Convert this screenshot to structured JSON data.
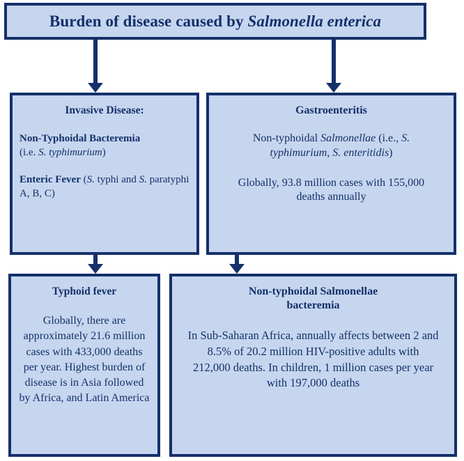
{
  "diagram": {
    "title_box": {
      "text_plain": "Burden of disease caused by Salmonella enterica",
      "text_normal": "Burden of disease caused by ",
      "text_italic": "Salmonella enterica"
    },
    "invasive_box": {
      "heading": "Invasive Disease:",
      "line1_bold": "Non-Typhoidal Bacteremia",
      "line1_rest_pre": "(i.e. ",
      "line1_rest_italic": "S. typhimurium",
      "line1_rest_post": ")",
      "line2_bold": "Enteric Fever",
      "line2_pre": " (",
      "line2_italic_a": "S.",
      "line2_mid": " typhi and ",
      "line2_italic_b": "S.",
      "line2_post": " paratyphi A, B, C)"
    },
    "gastro_box": {
      "heading": "Gastroenteritis",
      "para1_pre": "Non-typhoidal ",
      "para1_italic_a": "Salmonellae",
      "para1_mid": " (i.e., ",
      "para1_italic_b": "S. typhimurium",
      "para1_mid2": ", ",
      "para1_italic_c": "S. enteritidis",
      "para1_post": ")",
      "para2": "Globally, 93.8 million cases with 155,000 deaths annually"
    },
    "typhoid_box": {
      "heading": "Typhoid fever",
      "body": "Globally, there are approximately 21.6 million cases with 433,000 deaths per year. Highest burden of disease is in Asia followed by Africa, and Latin America"
    },
    "nts_box": {
      "heading": "Non-typhoidal Salmonellae bacteremia",
      "body": "In Sub-Saharan Africa, annually affects between 2 and 8.5% of 20.2 million HIV-positive adults with 212,000 deaths. In children, 1 million cases per year with 197,000 deaths"
    },
    "connectors": [
      {
        "name": "title-to-invasive"
      },
      {
        "name": "title-to-gastroenteritis"
      },
      {
        "name": "invasive-to-typhoid"
      },
      {
        "name": "invasive-to-nts"
      }
    ],
    "colors": {
      "box_fill": "#c6d6ef",
      "box_border": "#15306a",
      "text": "#15306a",
      "background": "#ffffff"
    }
  }
}
